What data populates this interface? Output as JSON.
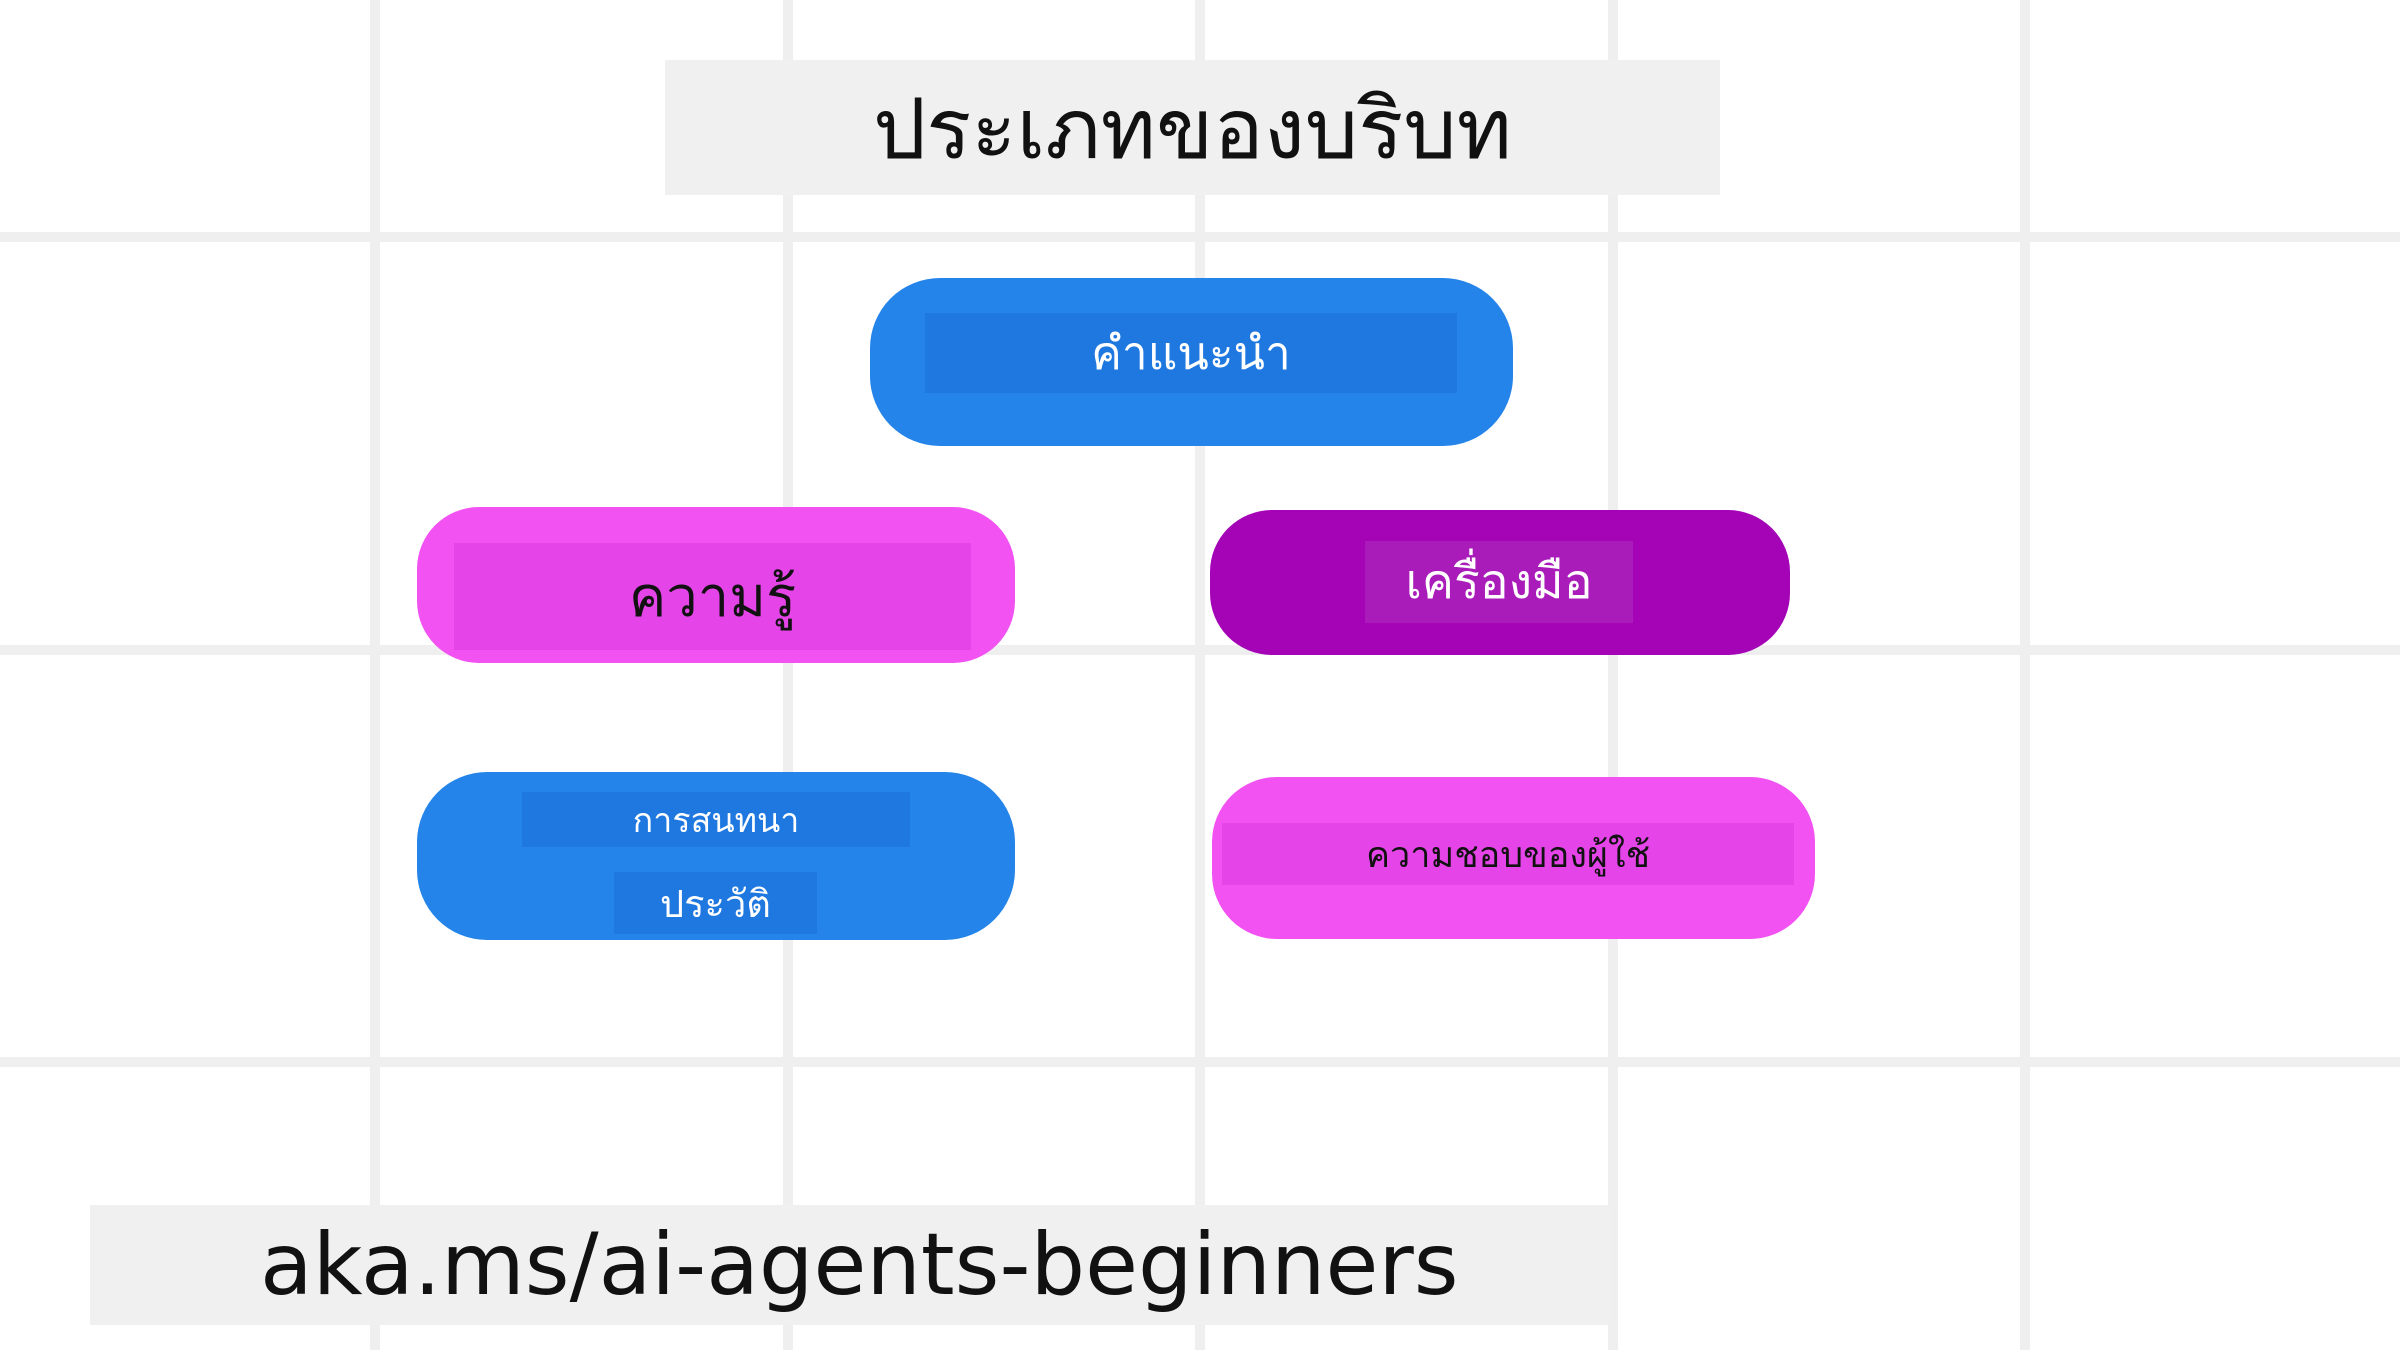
{
  "title": "ประเภทของบริบท",
  "footer_link": "aka.ms/ai-agents-beginners",
  "colors": {
    "blue": "#2484ea",
    "blue_inner": "#1f78e0",
    "pink": "#f252f2",
    "pink_inner": "#e545e8",
    "purple": "#a403b6",
    "purple_inner": "#a91cb9",
    "grid": "#efefef",
    "panel": "#f0f0f0"
  },
  "nodes": {
    "instructions": "คำแนะนำ",
    "knowledge": "ความรู้",
    "tools": "เครื่องมือ",
    "conversation_line1": "การสนทนา",
    "conversation_line2": "ประวัติ",
    "user_preferences": "ความชอบของผู้ใช้"
  }
}
